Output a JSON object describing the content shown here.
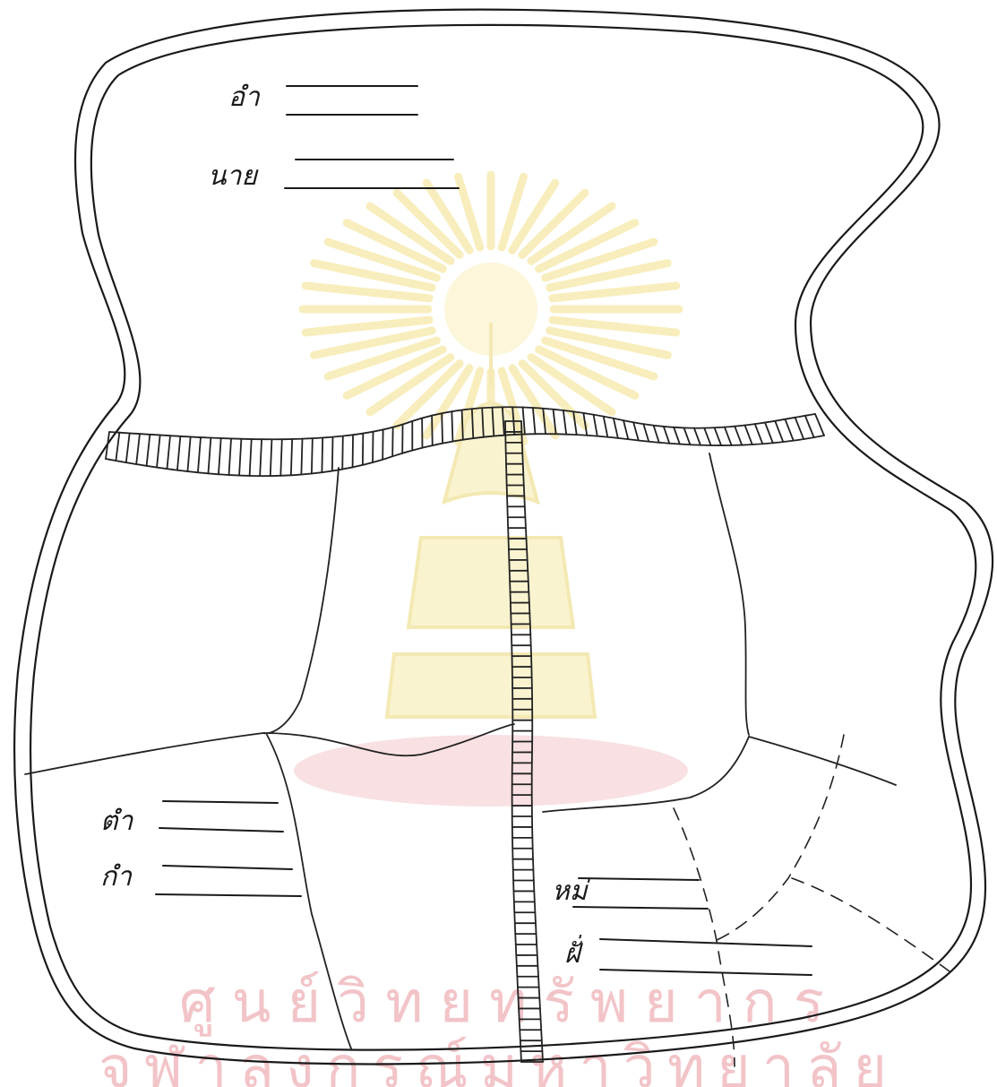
{
  "labels": {
    "top_1": "อำ",
    "top_2": "นาย",
    "left_1": "ตำ",
    "left_2": "กำ",
    "right_1": "หม่",
    "right_2": "ฝั่"
  },
  "watermark": {
    "line_1": "ศูนย์วิทยทรัพยากร",
    "line_2": "จุฬาลงกรณ์มหาวิทยาลัย"
  }
}
